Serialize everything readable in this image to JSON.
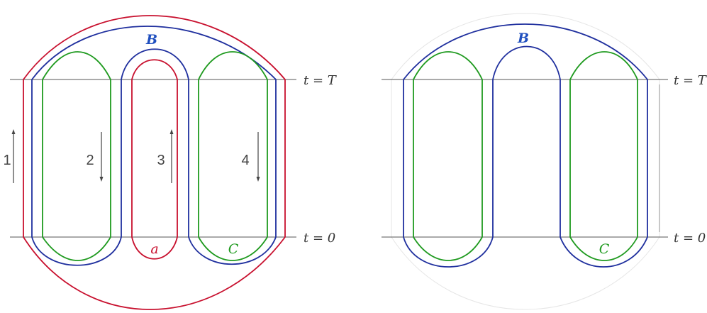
{
  "colors": {
    "red": "#c8102e",
    "blue": "#1f2f9e",
    "green": "#1f9a1f",
    "gray": "#444444",
    "label_blue": "#1f4fbf"
  },
  "left_diagram": {
    "time_top_label": "t = T",
    "time_bottom_label": "t = 0",
    "label_B": "B",
    "label_a": "a",
    "label_C": "C",
    "arrows": [
      {
        "label": "1",
        "direction": "up"
      },
      {
        "label": "2",
        "direction": "down"
      },
      {
        "label": "3",
        "direction": "up"
      },
      {
        "label": "4",
        "direction": "down"
      }
    ]
  },
  "right_diagram": {
    "time_top_label": "t = T",
    "time_bottom_label": "t = 0",
    "label_B": "B",
    "label_C": "C"
  }
}
